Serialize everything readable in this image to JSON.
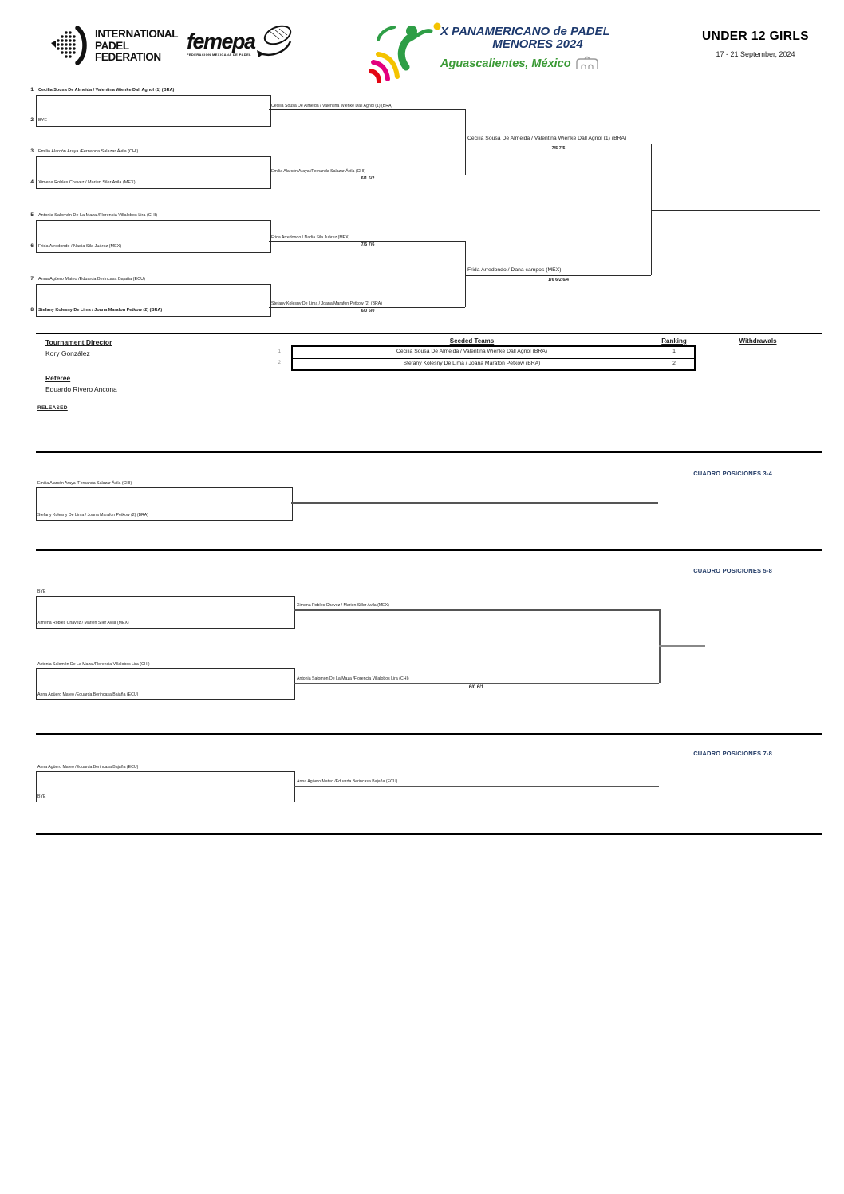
{
  "header": {
    "ipf": {
      "lines": [
        "INTERNATIONAL",
        "PADEL",
        "FEDERATION"
      ]
    },
    "femepa": {
      "name": "femepa",
      "tagline": "FEDERACIÓN MEXICANA DE PADEL"
    },
    "event": {
      "title": "X PANAMERICANO de PADEL",
      "subtitle": "MENORES 2024",
      "location": "Aguascalientes, México"
    },
    "category": "UNDER 12 GIRLS",
    "dates": "17 - 21 September, 2024"
  },
  "colors": {
    "navy": "#1F3864",
    "green": "#3a9a35",
    "yellow": "#F4C300",
    "pink": "#E3007E",
    "red": "#E30613"
  },
  "main_draw": {
    "entries": [
      {
        "seed": "1",
        "name": "Cecilia Sousa De Almeida / Valentina Wienke Dall Agnol (1) (BRA)"
      },
      {
        "seed": "2",
        "name": "BYE"
      },
      {
        "seed": "3",
        "name": "Emilia Alarcón Araya /Fernanda Salazar Ávila (CHI)"
      },
      {
        "seed": "4",
        "name": "Ximena Robles Chavez / Marien Siler Avila (MEX)"
      },
      {
        "seed": "5",
        "name": "Antonia Salomón De La Maza /Florencia Villalobos Lira (CHI)"
      },
      {
        "seed": "6",
        "name": "Frida Arredondo  / Nadia Sila Juárez (MEX)"
      },
      {
        "seed": "7",
        "name": "Anna  Agüero Mateo /Eduarda  Berincasa Bajaña (ECU)"
      },
      {
        "seed": "8",
        "name": "Stefany Kolesny De Lima / Joana Marafon Petkow (2) (BRA)"
      }
    ],
    "quarterfinal_winners": [
      {
        "name": "Cecilia Sousa De Almeida / Valentina Wienke Dall Agnol (1) (BRA)",
        "score": ""
      },
      {
        "name": "Emilia Alarcón Araya /Fernanda Salazar Ávila (CHI)",
        "score": "6/1 6/2"
      },
      {
        "name": "Frida Arredondo  / Nadia Sila Juárez (MEX)",
        "score": "7/5 7/6"
      },
      {
        "name": "Stefany Kolesny De Lima / Joana Marafon Petkow (2) (BRA)",
        "score": "6/0 6/0"
      }
    ],
    "semifinal_winners": [
      {
        "name": "Cecilia Sousa De Almeida / Valentina Wienke Dall Agnol (1) (BRA)",
        "score": "7/5 7/5"
      },
      {
        "name": "Frida Arredondo  / Dana campos (MEX)",
        "score": "1/6 6/2 6/4"
      }
    ]
  },
  "officials": {
    "director_label": "Tournament Director",
    "director_name": "Kory González",
    "referee_label": "Referee",
    "referee_name": "Eduardo Rivero Ancona",
    "released_label": "RELEASED"
  },
  "seeded_teams": {
    "header_teams": "Seeded Teams",
    "header_ranking": "Ranking",
    "header_withdrawals": "Withdrawals",
    "rows": [
      {
        "num": "1",
        "team": "Cecilia Sousa De Almeida / Valentina Wienke Dall Agnol (BRA)",
        "ranking": "1"
      },
      {
        "num": "2",
        "team": "Stefany Kolesny De Lima / Joana Marafon Petkow (BRA)",
        "ranking": "2"
      }
    ]
  },
  "positions_34": {
    "title": "CUADRO POSICIONES 3-4",
    "team_a": "Emilia Alarcón Araya /Fernanda Salazar Ávila (CHI)",
    "team_b": "Stefany Kolesny De Lima / Joana Marafon Petkow (2) (BRA)"
  },
  "positions_58": {
    "title": "CUADRO POSICIONES 5-8",
    "match1": {
      "team_a": "BYE",
      "team_b": "Ximena Robles Chavez / Marien Siler Avila (MEX)",
      "winner": "Ximena Robles Chavez / Marien Siller Avila (MEX)"
    },
    "match2": {
      "team_a": "Antonia Salomón De La Maza /Florencia Villalobos Lira (CHI)",
      "team_b": "Anna  Agüero Mateo /Eduarda  Berincasa Bajaña (ECU)",
      "winner": "Antonia Salomón De La Maza /Florencia Villalobos Lira (CHI)",
      "score": "6/0 6/1"
    }
  },
  "positions_78": {
    "title": "CUADRO POSICIONES 7-8",
    "match": {
      "team_a": "Anna  Agüero Mateo /Eduarda  Berincasa Bajaña (ECU)",
      "team_b": "BYE",
      "winner": "Anna  Agüero Mateo /Eduarda  Berincasa Bajaña (ECU)"
    }
  }
}
